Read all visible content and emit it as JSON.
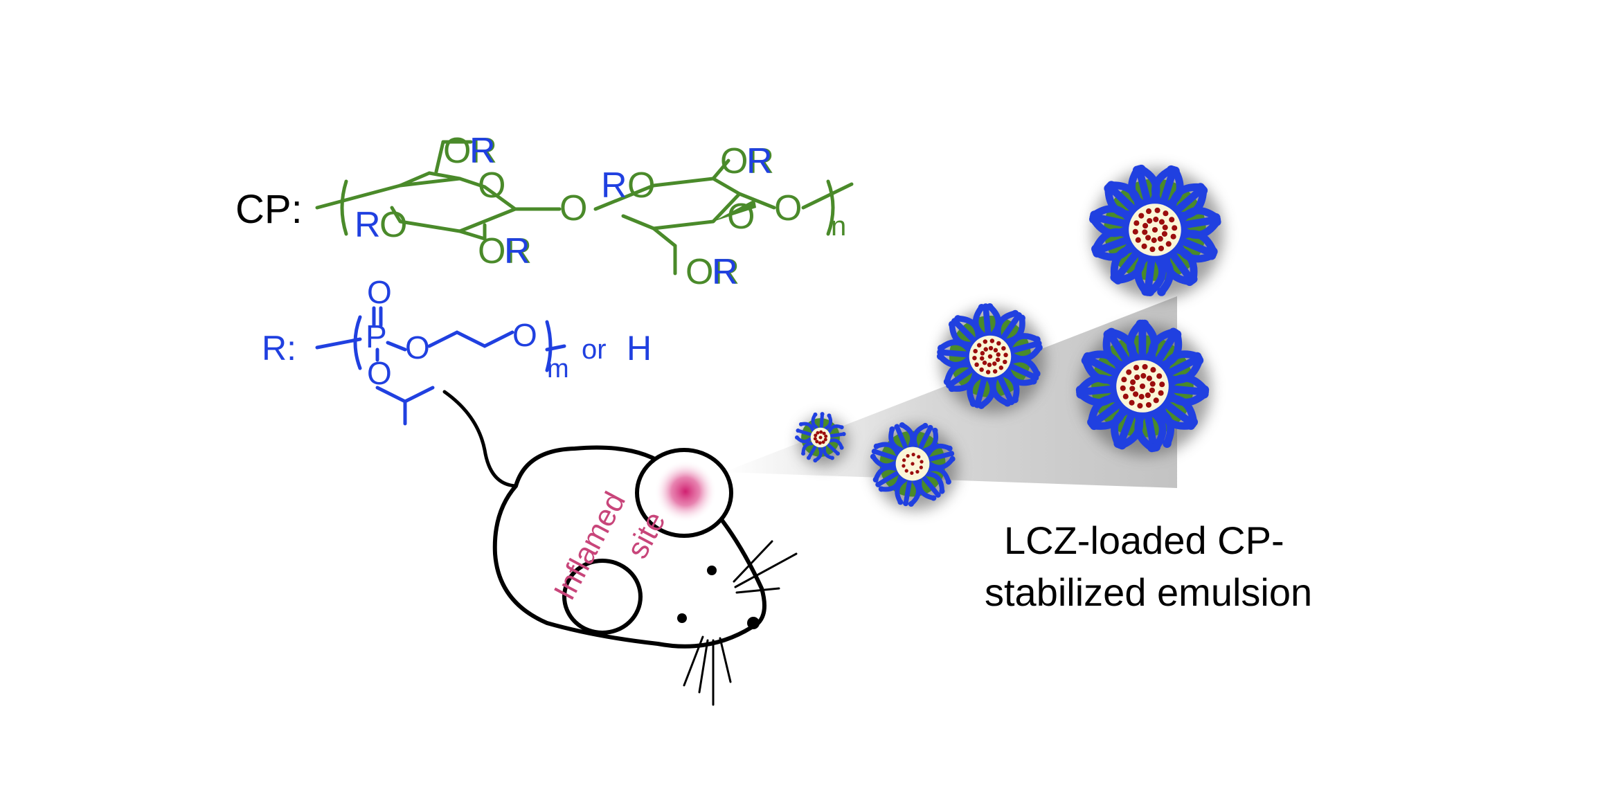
{
  "structure": {
    "cp_label": "CP:",
    "cp_substituents": {
      "top_or": "OR",
      "ring1_o": "O",
      "left_r": "R",
      "left_o": "O",
      "bottom_or": "OR",
      "bridge_o": "O",
      "r2": "R",
      "o2": "O",
      "top_or2": "OR",
      "ring2_o": "O",
      "end_o": "O",
      "subscript_n": "n",
      "bottom_or2": "OR"
    },
    "r_label": "R:",
    "r_group": {
      "o_double": "O",
      "p": "P",
      "o_chain": "O",
      "o_end": "O",
      "o_ester": "O",
      "subscript_m": "m",
      "or_text": "or",
      "h_text": "H"
    }
  },
  "mouse": {
    "label_line1": "Inflamed",
    "label_line2": "site"
  },
  "emulsion": {
    "caption_line1": "LCZ-loaded CP-",
    "caption_line2": "stabilized emulsion"
  },
  "colors": {
    "green": "#4a8a2a",
    "blue": "#2040e0",
    "magenta": "#c8457a",
    "dark_red": "#9b0d0d",
    "core": "#fbf6d8"
  }
}
